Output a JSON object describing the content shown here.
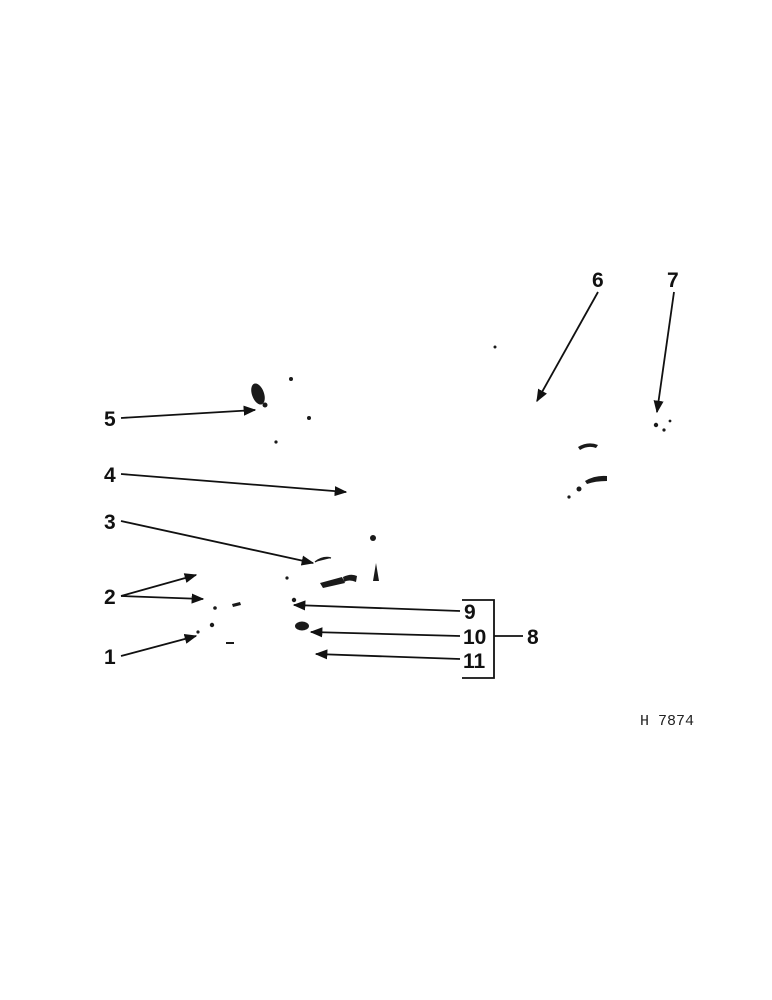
{
  "callouts": {
    "c1": "1",
    "c2": "2",
    "c3": "3",
    "c4": "4",
    "c5": "5",
    "c6": "6",
    "c7": "7",
    "c8": "8",
    "c9": "9",
    "c10": "10",
    "c11": "11"
  },
  "figure_code": "H 7874"
}
